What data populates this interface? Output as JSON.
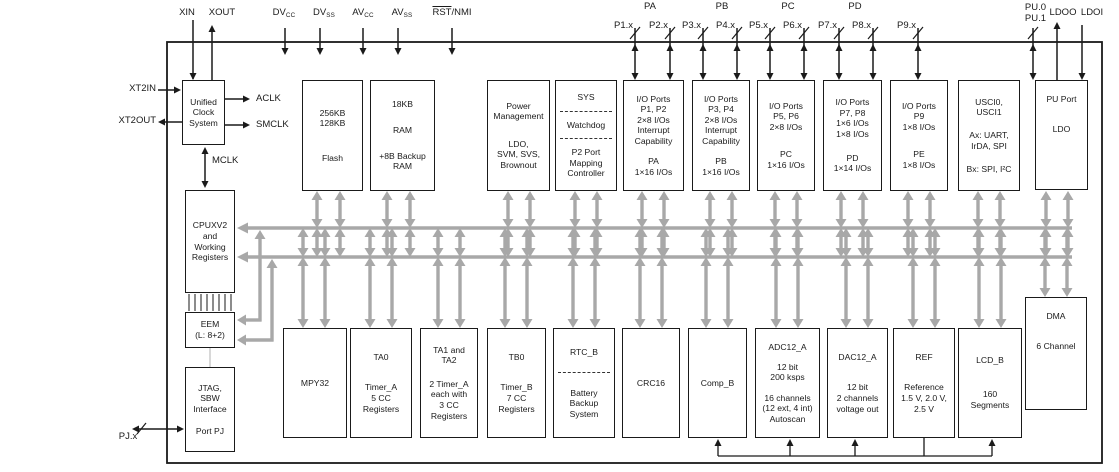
{
  "pins_top_left": [
    {
      "id": "xin",
      "label": "XIN"
    },
    {
      "id": "xout",
      "label": "XOUT"
    },
    {
      "id": "dvcc",
      "label": "DV",
      "sub": "CC"
    },
    {
      "id": "dvss",
      "label": "DV",
      "sub": "SS"
    },
    {
      "id": "avcc",
      "label": "AV",
      "sub": "CC"
    },
    {
      "id": "avss",
      "label": "AV",
      "sub": "SS"
    },
    {
      "id": "rstnmi",
      "overline": "RST",
      "rest": "/NMI"
    }
  ],
  "port_groups": [
    {
      "id": "pa",
      "label": "PA"
    },
    {
      "id": "pb",
      "label": "PB"
    },
    {
      "id": "pc",
      "label": "PC"
    },
    {
      "id": "pd",
      "label": "PD"
    }
  ],
  "port_pins": [
    "P1.x",
    "P2.x",
    "P3.x",
    "P4.x",
    "P5.x",
    "P6.x",
    "P7.x",
    "P8.x",
    "P9.x"
  ],
  "pins_top_right": [
    {
      "id": "pu01",
      "label": "PU.0",
      "label2": "PU.1"
    },
    {
      "id": "ldoo",
      "label": "LDOO"
    },
    {
      "id": "ldoi",
      "label": "LDOI"
    }
  ],
  "pins_left": [
    {
      "id": "xt2in",
      "label": "XT2IN"
    },
    {
      "id": "xt2out",
      "label": "XT2OUT"
    },
    {
      "id": "pjx",
      "label": "PJ.x"
    }
  ],
  "clock_signals": [
    {
      "id": "aclk",
      "label": "ACLK"
    },
    {
      "id": "smclk",
      "label": "SMCLK"
    },
    {
      "id": "mclk",
      "label": "MCLK"
    }
  ],
  "colors": {
    "bus_gray": "#a8a8a8",
    "line_black": "#1a1a1a"
  },
  "blocks": [
    {
      "id": "ucs",
      "name": "unified-clock-system",
      "lines": [
        "Unified\nClock\nSystem"
      ]
    },
    {
      "id": "cpu",
      "name": "cpu-working-registers",
      "lines": [
        "CPUXV2\nand\nWorking\nRegisters"
      ]
    },
    {
      "id": "eem",
      "name": "eem",
      "lines": [
        "EEM\n(L: 8+2)"
      ]
    },
    {
      "id": "jtag",
      "name": "jtag-sbw-interface",
      "lines": [
        "JTAG,\nSBW\nInterface",
        "Port PJ"
      ]
    },
    {
      "id": "flash",
      "name": "flash-memory",
      "lines": [
        "256KB\n128KB",
        "Flash"
      ]
    },
    {
      "id": "ram",
      "name": "ram",
      "lines": [
        "18KB",
        "RAM",
        "+8B Backup\nRAM"
      ]
    },
    {
      "id": "pmm",
      "name": "power-management",
      "lines": [
        "Power\nManagement",
        "LDO,\nSVM, SVS,\nBrownout"
      ]
    },
    {
      "id": "sys",
      "name": "sys-watchdog-portmap",
      "lines": [
        "SYS",
        "---",
        "Watchdog",
        "---",
        "P2 Port\nMapping\nController"
      ]
    },
    {
      "id": "p12",
      "name": "io-ports-p1-p2",
      "lines": [
        "I/O Ports\nP1, P2\n2×8 I/Os\nInterrupt\nCapability",
        "PA\n1×16 I/Os"
      ]
    },
    {
      "id": "p34",
      "name": "io-ports-p3-p4",
      "lines": [
        "I/O Ports\nP3, P4\n2×8 I/Os\nInterrupt\nCapability",
        "PB\n1×16 I/Os"
      ]
    },
    {
      "id": "p56",
      "name": "io-ports-p5-p6",
      "lines": [
        "I/O Ports\nP5, P6\n2×8 I/Os",
        "PC\n1×16 I/Os"
      ]
    },
    {
      "id": "p78",
      "name": "io-ports-p7-p8",
      "lines": [
        "I/O Ports\nP7, P8\n1×6 I/Os\n1×8 I/Os",
        "PD\n1×14 I/Os"
      ]
    },
    {
      "id": "p9",
      "name": "io-ports-p9",
      "lines": [
        "I/O Ports\nP9\n1×8 I/Os",
        "PE\n1×8 I/Os"
      ]
    },
    {
      "id": "usci",
      "name": "usci",
      "lines": [
        "USCI0,\nUSCI1",
        "Ax: UART,\nIrDA, SPI",
        "Bx: SPI, I²C"
      ]
    },
    {
      "id": "pu",
      "name": "pu-port-ldo",
      "lines": [
        "PU Port",
        "LDO"
      ]
    },
    {
      "id": "mpy",
      "name": "mpy32",
      "lines": [
        "MPY32"
      ]
    },
    {
      "id": "ta0",
      "name": "timer-ta0",
      "lines": [
        "TA0",
        "Timer_A\n5 CC\nRegisters"
      ]
    },
    {
      "id": "ta12",
      "name": "timer-ta1-ta2",
      "lines": [
        "TA1 and\nTA2",
        "2 Timer_A\neach with\n3 CC\nRegisters"
      ]
    },
    {
      "id": "tb0",
      "name": "timer-tb0",
      "lines": [
        "TB0",
        "Timer_B\n7 CC\nRegisters"
      ]
    },
    {
      "id": "rtc",
      "name": "rtc-b",
      "lines": [
        "RTC_B",
        "---",
        "Battery\nBackup\nSystem"
      ]
    },
    {
      "id": "crc",
      "name": "crc16",
      "lines": [
        "CRC16"
      ]
    },
    {
      "id": "comp",
      "name": "comp-b",
      "lines": [
        "Comp_B"
      ]
    },
    {
      "id": "adc",
      "name": "adc12-a",
      "lines": [
        "ADC12_A",
        "12 bit\n200 ksps",
        "16 channels\n(12 ext, 4 int)\nAutoscan"
      ]
    },
    {
      "id": "dac",
      "name": "dac12-a",
      "lines": [
        "DAC12_A",
        "12 bit\n2 channels\nvoltage out"
      ]
    },
    {
      "id": "ref",
      "name": "ref-voltage-reference",
      "lines": [
        "REF",
        "Reference\n1.5 V, 2.0 V,\n2.5 V"
      ]
    },
    {
      "id": "lcd",
      "name": "lcd-b",
      "lines": [
        "LCD_B",
        "160\nSegments"
      ]
    },
    {
      "id": "dma",
      "name": "dma",
      "lines": [
        "DMA",
        "6 Channel"
      ]
    }
  ]
}
